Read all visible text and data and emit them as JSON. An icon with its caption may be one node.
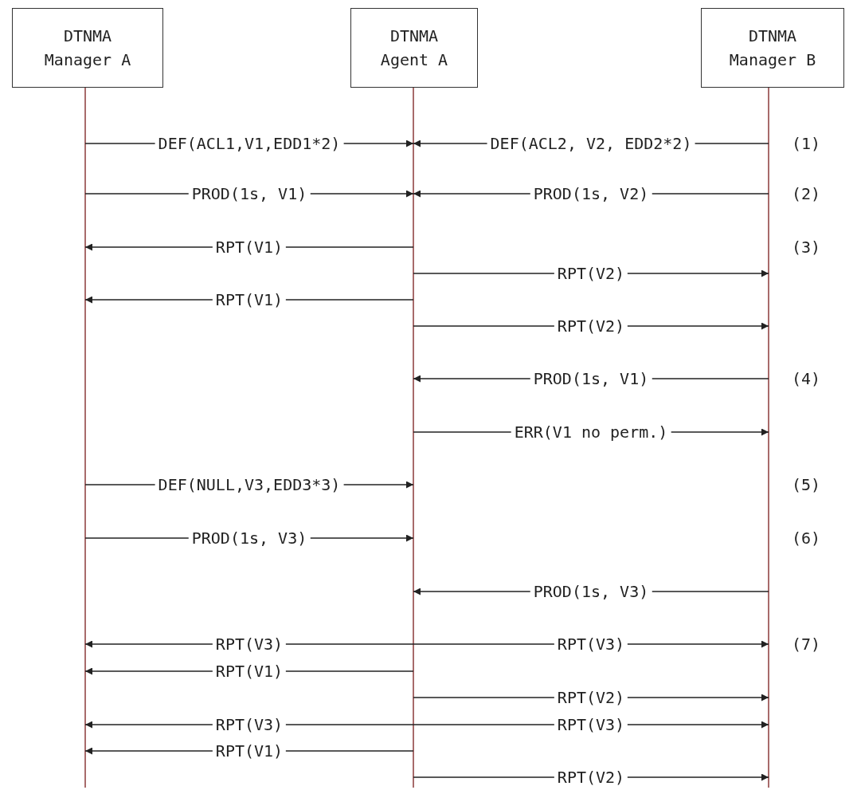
{
  "diagram": {
    "nodes": [
      {
        "text": [
          "DTNMA Manager A"
        ]
      },
      {
        "text": [
          "DTNMA Agent A"
        ]
      },
      {
        "text": [
          "DTNMA Manager B"
        ]
      }
    ],
    "edges": [
      {
        "from": 0,
        "to": 1,
        "arrow": "to",
        "label": "DEF(ACL1,V1,EDD1*2)"
      },
      {
        "from": 2,
        "to": 1,
        "arrow": "to",
        "label": "DEF(ACL2, V2, EDD2*2)"
      },
      {
        "from": 0,
        "to": 1,
        "arrow": "to",
        "label": "PROD(1s, V1)"
      },
      {
        "from": 2,
        "to": 1,
        "arrow": "to",
        "label": "PROD(1s, V2)"
      },
      {
        "from": 1,
        "to": 0,
        "arrow": "to",
        "label": "RPT(V1)"
      },
      {
        "from": 1,
        "to": 2,
        "arrow": "to",
        "label": "RPT(V2)"
      },
      {
        "from": 1,
        "to": 0,
        "arrow": "to",
        "label": "RPT(V1)"
      },
      {
        "from": 1,
        "to": 2,
        "arrow": "to",
        "label": "RPT(V2)"
      },
      {
        "from": 2,
        "to": 1,
        "arrow": "to",
        "label": "PROD(1s, V1)"
      },
      {
        "from": 1,
        "to": 2,
        "arrow": "to",
        "label": "ERR(V1 no perm.)"
      },
      {
        "from": 0,
        "to": 1,
        "arrow": "to",
        "label": "DEF(NULL,V3,EDD3*3)"
      },
      {
        "from": 0,
        "to": 1,
        "arrow": "to",
        "label": "PROD(1s, V3)"
      },
      {
        "from": 2,
        "to": 1,
        "arrow": "to",
        "label": "PROD(1s, V3)"
      },
      {
        "from": 1,
        "to": 0,
        "arrow": "to",
        "label": "RPT(V3)"
      },
      {
        "from": 1,
        "to": 2,
        "arrow": "to",
        "label": "RPT(V3)"
      },
      {
        "from": 1,
        "to": 0,
        "arrow": "to",
        "label": "RPT(V1)"
      },
      {
        "from": 1,
        "to": 2,
        "arrow": "to",
        "label": "RPT(V2)"
      },
      {
        "from": 1,
        "to": 0,
        "arrow": "to",
        "label": "RPT(V3)"
      },
      {
        "from": 1,
        "to": 2,
        "arrow": "to",
        "label": "RPT(V3)"
      },
      {
        "from": 1,
        "to": 0,
        "arrow": "to",
        "label": "RPT(V1)"
      },
      {
        "from": 1,
        "to": 2,
        "arrow": "to",
        "label": "RPT(V2)"
      }
    ],
    "labels": [
      "(1)",
      "(2)",
      "(3)",
      "(4)",
      "(5)",
      "(6)",
      "(7)"
    ]
  }
}
